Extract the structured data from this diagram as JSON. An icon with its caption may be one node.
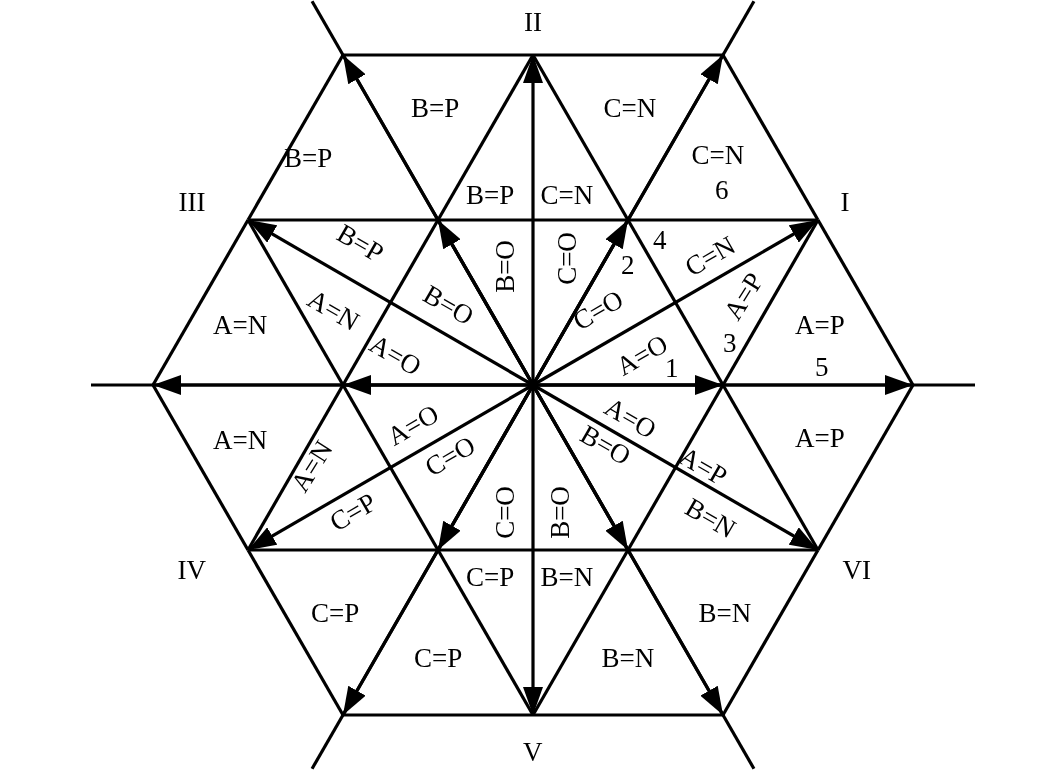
{
  "diagram": {
    "labels": [
      "II",
      "B=P",
      "C=N",
      "B=P",
      "C=N",
      "6",
      "III",
      "B=P",
      "C=N",
      "I",
      "B=P",
      "B=O",
      "C=O",
      "4",
      "2",
      "C=N",
      "A=N",
      "B=O",
      "C=O",
      "A=P",
      "A=N",
      "A=P",
      "A=O",
      "A=O",
      "3",
      "1",
      "5",
      "A=N",
      "A=O",
      "A=O",
      "A=P",
      "C=O",
      "B=O",
      "A=N",
      "A=P",
      "C=O",
      "B=O",
      "C=P",
      "B=N",
      "IV",
      "C=P",
      "B=N",
      "VI",
      "C=P",
      "B=N",
      "C=P",
      "B=N",
      "V"
    ]
  }
}
